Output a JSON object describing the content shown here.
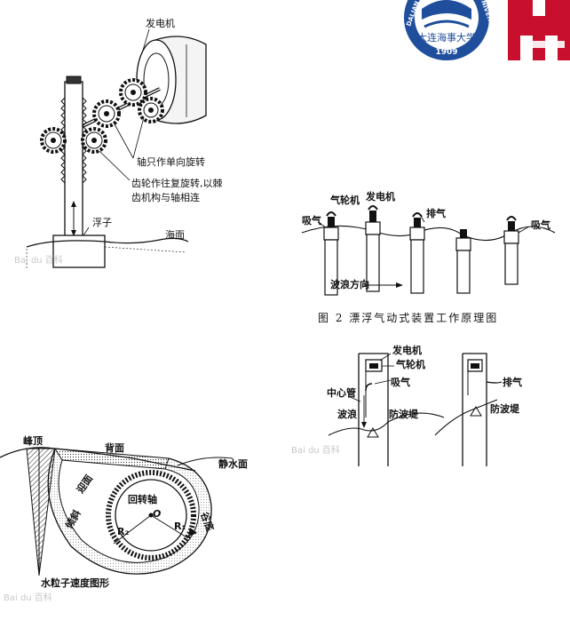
{
  "fig1": {
    "generator": "发电机",
    "shaft_note": "轴只作单向旋转",
    "gear_note_1": "齿轮作往复旋转,以棘",
    "gear_note_2": "齿机构与轴相连",
    "float": "浮子",
    "sea": "海面"
  },
  "fig2": {
    "turbine": "气轮机",
    "generator": "发电机",
    "intake_left": "吸气",
    "exhaust": "排气",
    "intake_right": "吸气",
    "wave_direction": "波浪方向",
    "caption": "图 2   漂浮气动式装置工作原理图"
  },
  "fig3": {
    "generator": "发电机",
    "turbine": "气轮机",
    "intake": "吸气",
    "center_pipe": "中心管",
    "wave": "波浪",
    "breakwater_left": "防波堤",
    "exhaust": "排气",
    "breakwater_right": "防波堤"
  },
  "fig4": {
    "crest": "峰顶",
    "back": "背面",
    "still_water": "静水面",
    "front": "迎面",
    "axis": "回转轴",
    "center": "O",
    "r1": "R₁",
    "r2": "R₂",
    "trough": "谷底",
    "slope": "倾斜",
    "velocity": "水粒子速度图形"
  },
  "logos": {
    "univ_number": "1909",
    "univ_band": "大连海事大学",
    "univ_left": "DALIAN",
    "univ_right": "UNIVERSITY"
  },
  "watermarks": [
    "Bai du 百科",
    "Bai du 百科",
    "Bai du 百科"
  ],
  "colors": {
    "univ_blue": "#1f4e9c",
    "red_logo": "#c8102e"
  }
}
